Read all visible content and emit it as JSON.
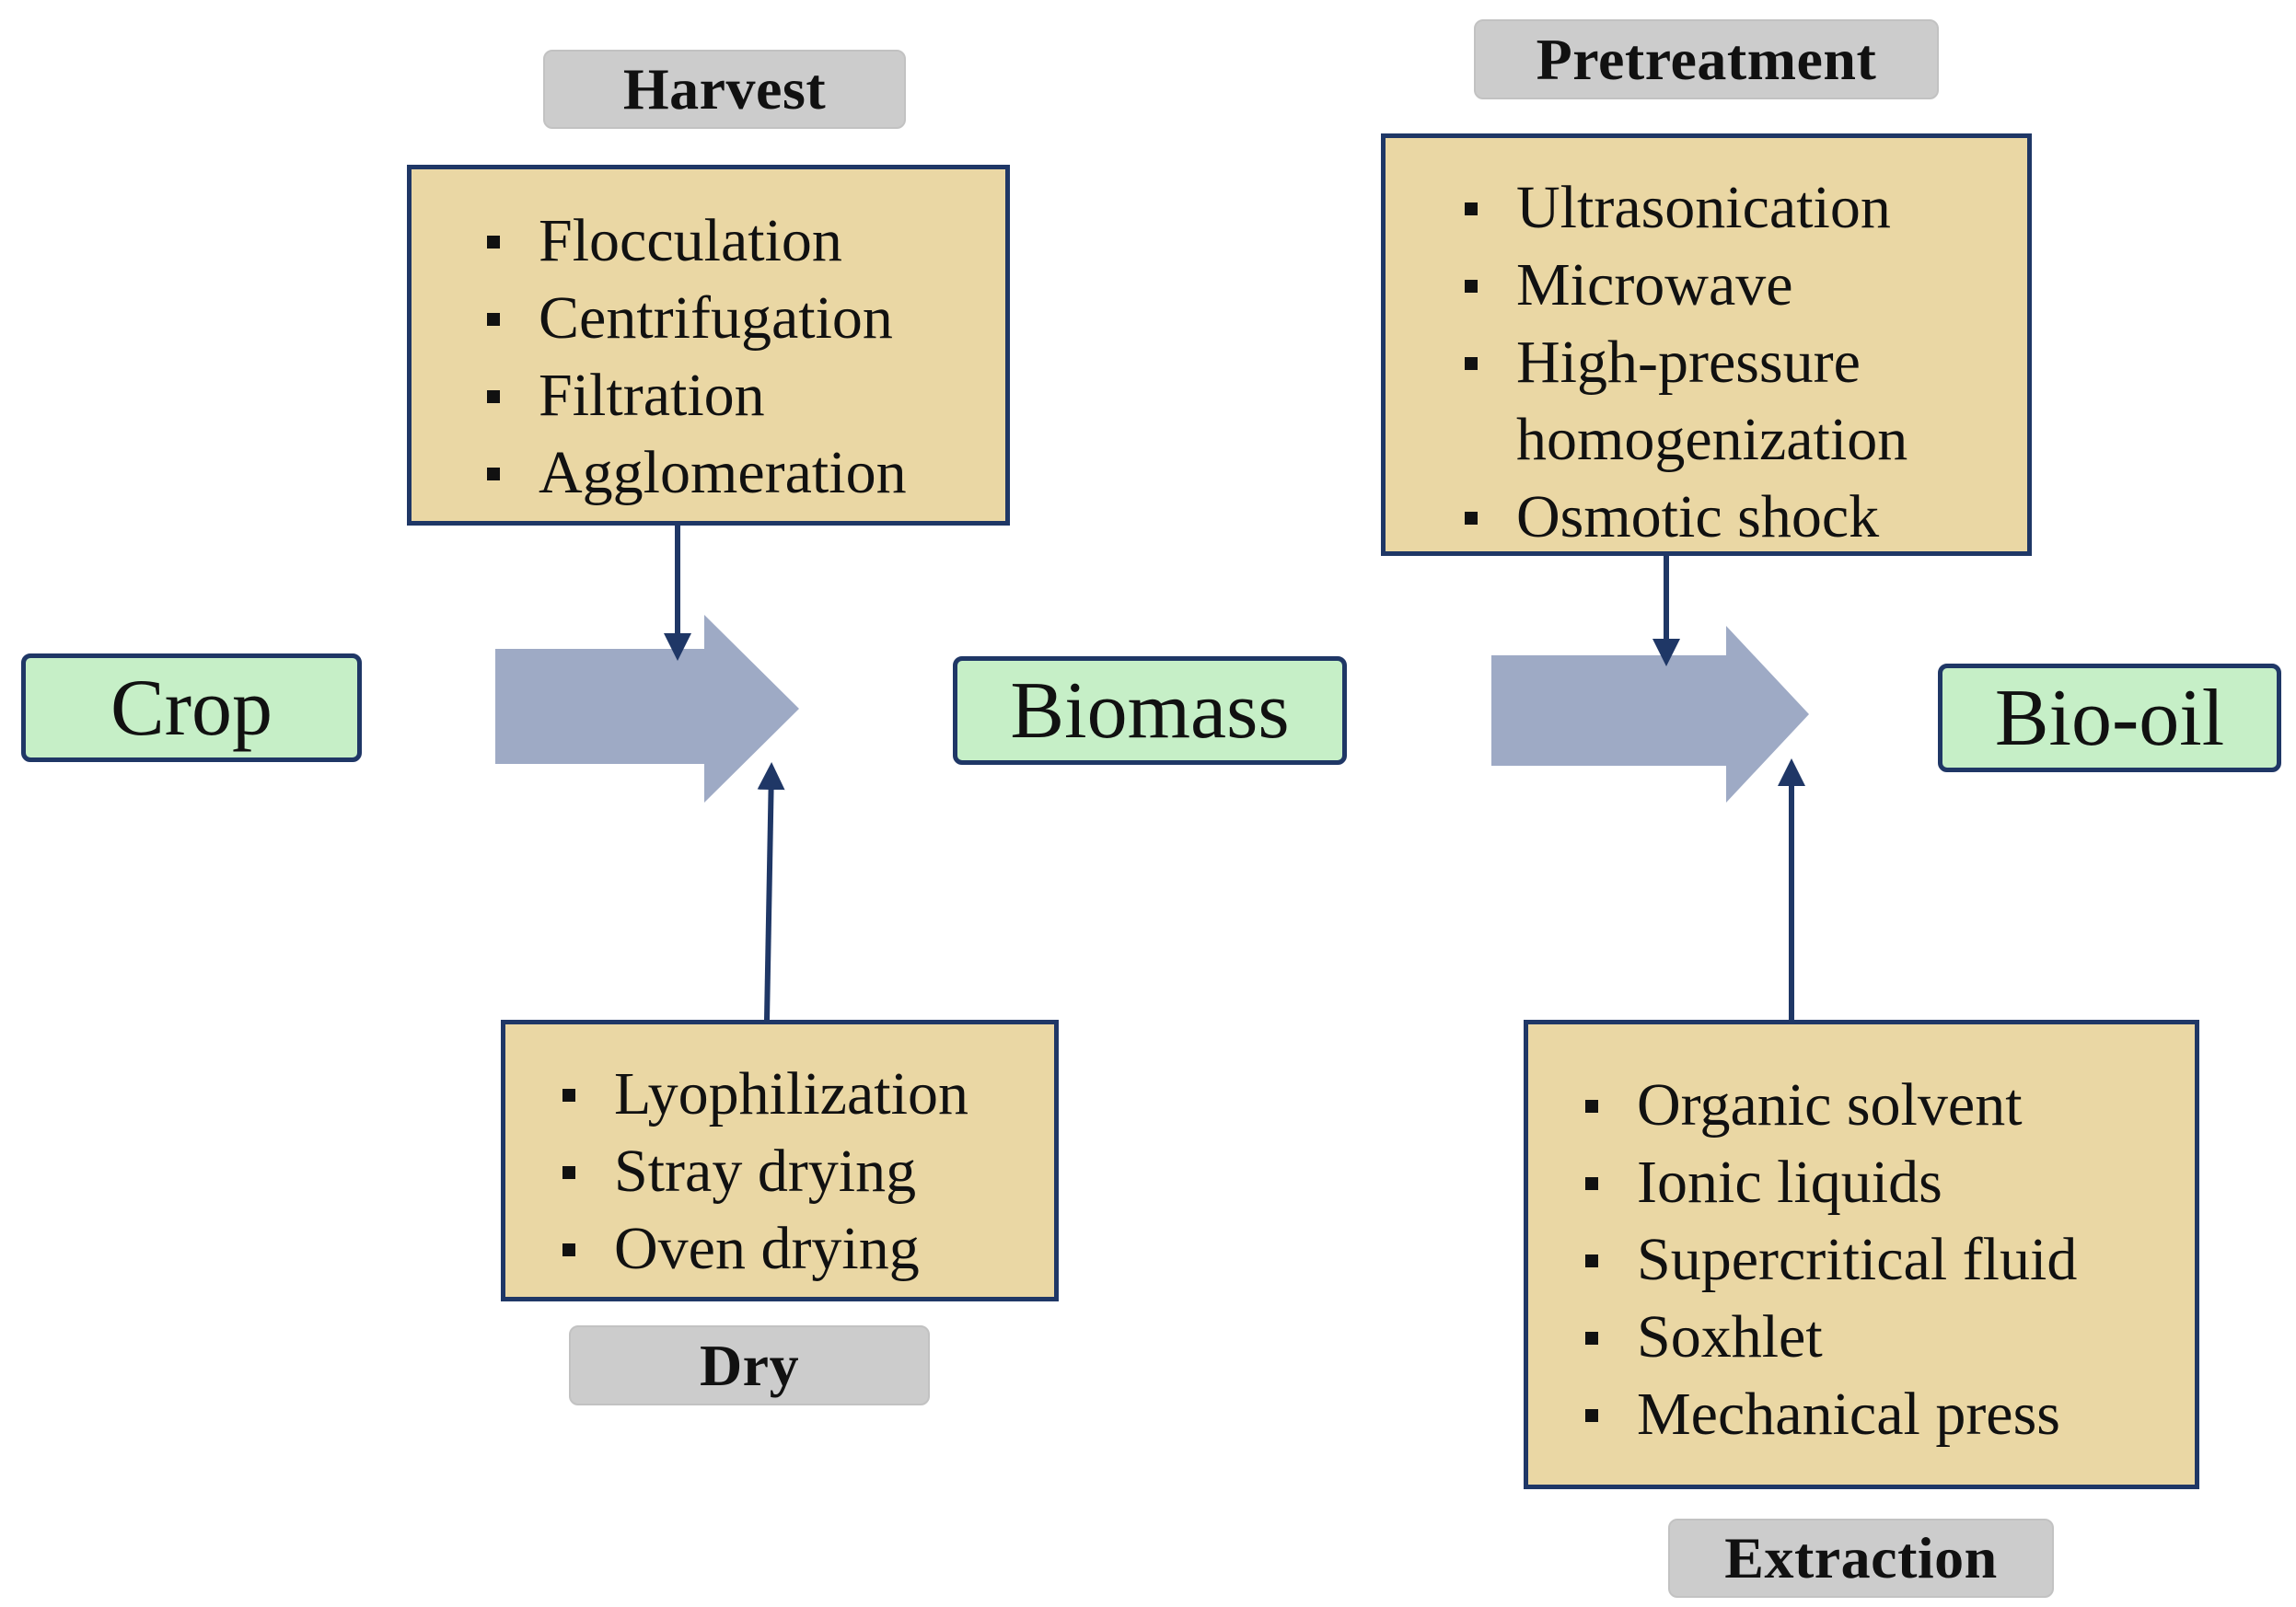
{
  "nodes": {
    "crop": "Crop",
    "biomass": "Biomass",
    "biooil": "Bio-oil"
  },
  "stages": {
    "harvest": {
      "title": "Harvest",
      "items": [
        "Flocculation",
        "Centrifugation",
        "Filtration",
        "Agglomeration"
      ]
    },
    "dry": {
      "title": "Dry",
      "items": [
        "Lyophilization",
        "Stray drying",
        "Oven drying"
      ]
    },
    "pretreatment": {
      "title": "Pretreatment",
      "items": [
        "Ultrasonication",
        "Microwave",
        "High-pressure homogenization",
        "Osmotic shock"
      ]
    },
    "extraction": {
      "title": "Extraction",
      "items": [
        "Organic solvent",
        "Ionic liquids",
        "Supercritical fluid",
        "Soxhlet",
        "Mechanical press"
      ]
    }
  },
  "colors": {
    "node_fill": "#c6efc7",
    "box_fill": "#ead7a4",
    "tag_fill": "#cccccc",
    "outline": "#1f3766",
    "block_arrow": "#9eaac5"
  }
}
